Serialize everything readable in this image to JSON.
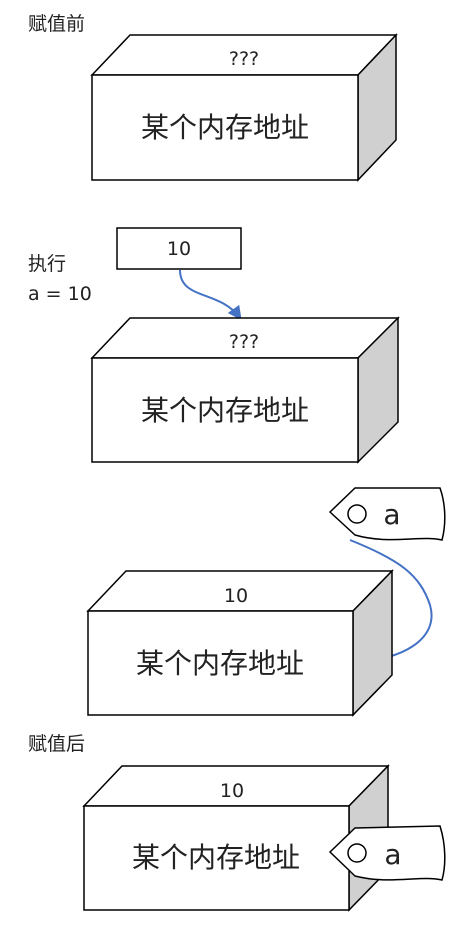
{
  "stages": [
    {
      "caption": "赋值前",
      "box_top": "???",
      "box_label": "某个内存地址"
    },
    {
      "caption_line1": "执行",
      "caption_line2": "a = 10",
      "value_box": "10",
      "box_top": "???",
      "box_label": "某个内存地址"
    },
    {
      "tag_label": "a",
      "box_top": "10",
      "box_label": "某个内存地址"
    },
    {
      "caption": "赋值后",
      "box_top": "10",
      "box_label": "某个内存地址",
      "tag_label": "a"
    }
  ],
  "colors": {
    "arrow": "#4472c4",
    "box_side": "#d0d0d0",
    "stroke": "#000000"
  }
}
